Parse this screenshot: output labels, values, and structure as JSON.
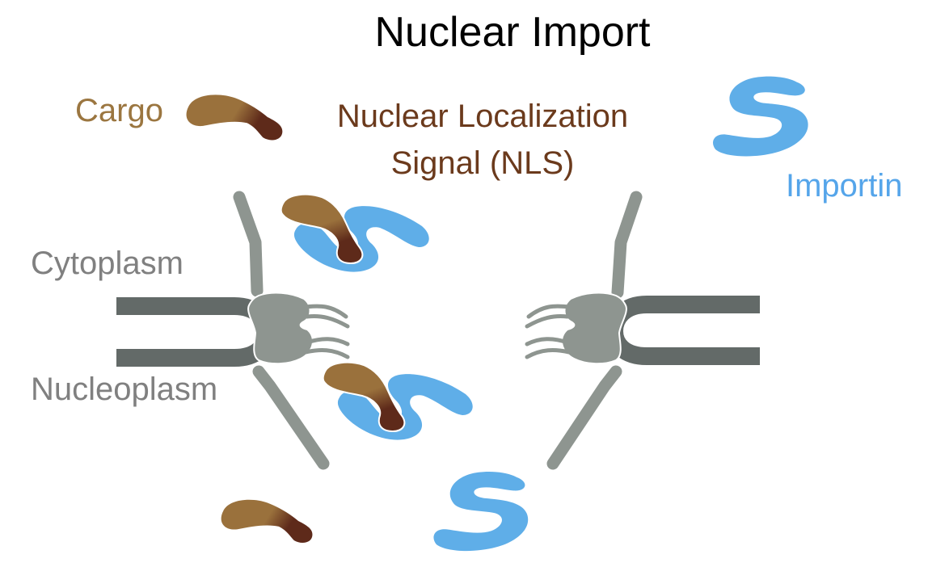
{
  "title": "Nuclear Import",
  "labels": {
    "cargo": "Cargo",
    "nls_line1": "Nuclear Localization",
    "nls_line2": "Signal (NLS)",
    "importin": "Importin",
    "cytoplasm": "Cytoplasm",
    "nucleoplasm": "Nucleoplasm"
  },
  "colors": {
    "title": "#000000",
    "cargo": "#9b7640",
    "cargo_body": "#9a713c",
    "nls": "#6b3a1c",
    "nls_tip": "#5e2a1a",
    "importin": "#5faee8",
    "importin_text": "#55a5ea",
    "compartment_text": "#808080",
    "pore": "#8e9590",
    "membrane": "#636a68"
  },
  "elements": {
    "free_cargo": [
      "top",
      "bottom"
    ],
    "free_importin": [
      "top-right",
      "bottom"
    ],
    "complexes": [
      "entering-pore",
      "exiting-pore"
    ],
    "nuclear_pores": [
      "left",
      "right"
    ]
  }
}
